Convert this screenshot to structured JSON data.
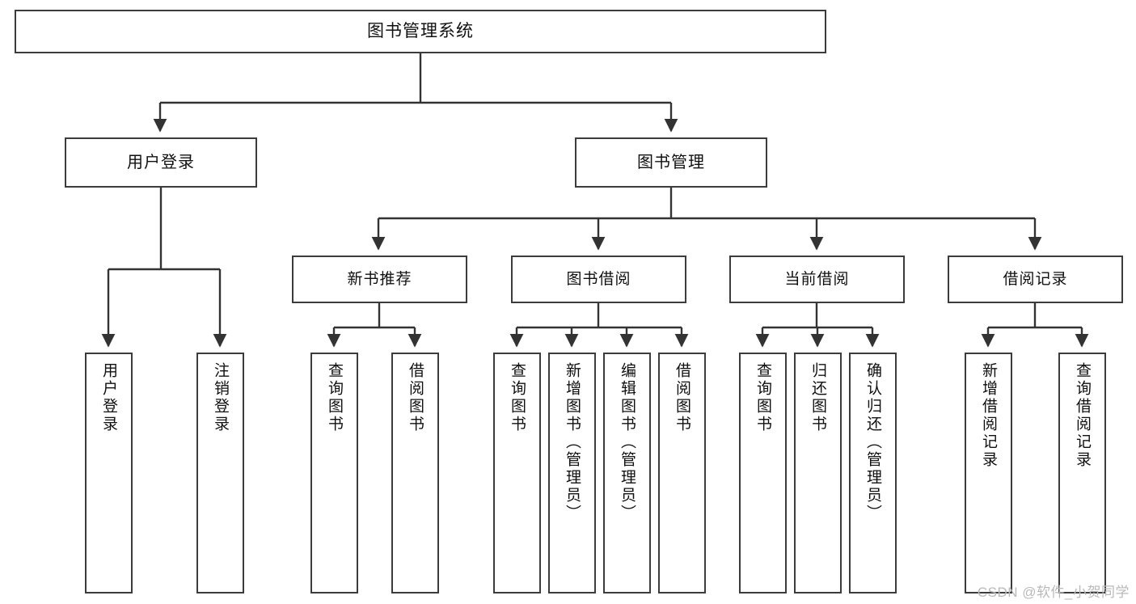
{
  "diagram": {
    "title": "图书管理系统",
    "type": "tree",
    "colors": {
      "border": "#3c3c3c",
      "fill": "#ffffff",
      "text": "#101010",
      "connector": "#333333",
      "watermark": "#b9b9b9"
    },
    "root": {
      "label": "图书管理系统"
    },
    "level1": [
      {
        "label": "用户登录"
      },
      {
        "label": "图书管理"
      }
    ],
    "level2": [
      {
        "label": "新书推荐"
      },
      {
        "label": "图书借阅"
      },
      {
        "label": "当前借阅"
      },
      {
        "label": "借阅记录"
      }
    ],
    "leaves": {
      "user_login": [
        {
          "label": "用户登录"
        },
        {
          "label": "注销登录"
        }
      ],
      "new_book_recommend": [
        {
          "label": "查询图书"
        },
        {
          "label": "借阅图书"
        }
      ],
      "book_borrow": [
        {
          "label": "查询图书"
        },
        {
          "label": "新增图书（管理员）"
        },
        {
          "label": "编辑图书（管理员）"
        },
        {
          "label": "借阅图书"
        }
      ],
      "current_borrow": [
        {
          "label": "查询图书"
        },
        {
          "label": "归还图书"
        },
        {
          "label": "确认归还（管理员）"
        }
      ],
      "borrow_record": [
        {
          "label": "新增借阅记录"
        },
        {
          "label": "查询借阅记录"
        }
      ]
    }
  },
  "watermark": {
    "text": "CSDN @软件_小贺同学"
  }
}
